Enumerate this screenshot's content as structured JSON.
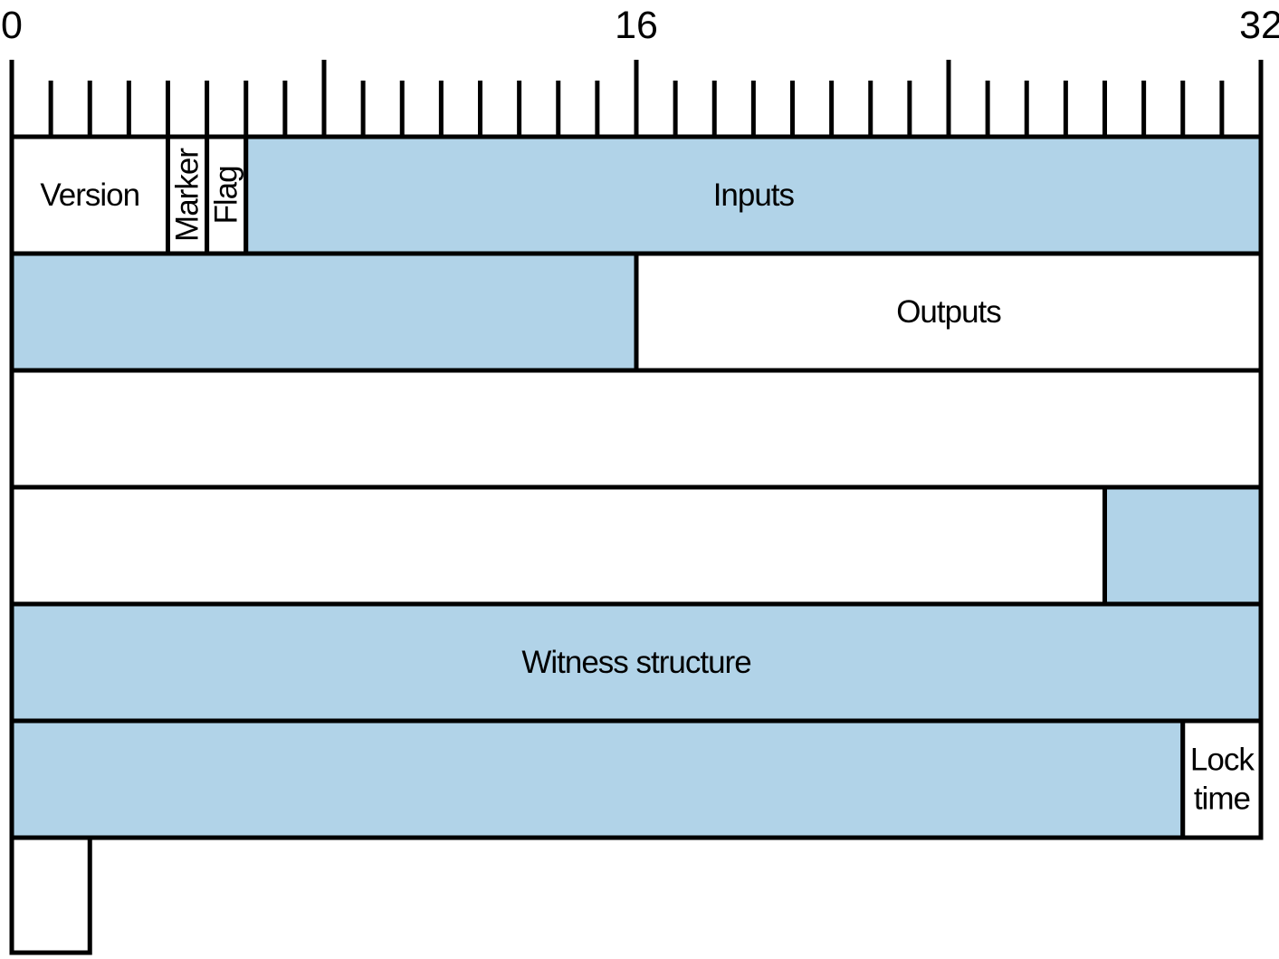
{
  "diagram": {
    "kind": "byte-layout",
    "colors": {
      "highlight": "#B1D3E8",
      "plain": "#FFFFFF",
      "line": "#000000",
      "text": "#000000",
      "background": "#FFFFFF"
    },
    "ruler": {
      "total_units": 32,
      "minor_tick_every": 1,
      "major_tick_every": 8,
      "labels": [
        {
          "text": "0",
          "unit": 0
        },
        {
          "text": "16",
          "unit": 16
        },
        {
          "text": "32",
          "unit": 32
        }
      ]
    },
    "rows": [
      {
        "segments": [
          {
            "name": "version",
            "label": "Version",
            "from": 0,
            "to": 4,
            "fill": "plain",
            "rotated": false
          },
          {
            "name": "marker",
            "label": "Marker",
            "from": 4,
            "to": 5,
            "fill": "plain",
            "rotated": true
          },
          {
            "name": "flag",
            "label": "Flag",
            "from": 5,
            "to": 6,
            "fill": "plain",
            "rotated": true
          },
          {
            "name": "inputs",
            "label": "Inputs",
            "from": 6,
            "to": 32,
            "fill": "highlight",
            "rotated": false
          }
        ]
      },
      {
        "segments": [
          {
            "name": "inputs-continued",
            "label": "",
            "from": 0,
            "to": 16,
            "fill": "highlight",
            "rotated": false
          },
          {
            "name": "outputs",
            "label": "Outputs",
            "from": 16,
            "to": 32,
            "fill": "plain",
            "rotated": false
          }
        ]
      },
      {
        "segments": [
          {
            "name": "outputs-continued",
            "label": "",
            "from": 0,
            "to": 32,
            "fill": "plain",
            "rotated": false
          }
        ]
      },
      {
        "segments": [
          {
            "name": "outputs-continued-2",
            "label": "",
            "from": 0,
            "to": 28,
            "fill": "plain",
            "rotated": false
          },
          {
            "name": "witness-start",
            "label": "",
            "from": 28,
            "to": 32,
            "fill": "highlight",
            "rotated": false
          }
        ]
      },
      {
        "segments": [
          {
            "name": "witness-structure",
            "label": "Witness structure",
            "from": 0,
            "to": 32,
            "fill": "highlight",
            "rotated": false
          }
        ]
      },
      {
        "segments": [
          {
            "name": "witness-continued",
            "label": "",
            "from": 0,
            "to": 30,
            "fill": "highlight",
            "rotated": false
          },
          {
            "name": "lock-time",
            "label": "Lock time",
            "lines": [
              "Lock",
              "time"
            ],
            "from": 30,
            "to": 32,
            "fill": "plain",
            "rotated": false
          }
        ]
      },
      {
        "segments": [
          {
            "name": "lock-time-continued",
            "label": "",
            "from": 0,
            "to": 2,
            "fill": "plain",
            "rotated": false
          }
        ]
      }
    ]
  }
}
